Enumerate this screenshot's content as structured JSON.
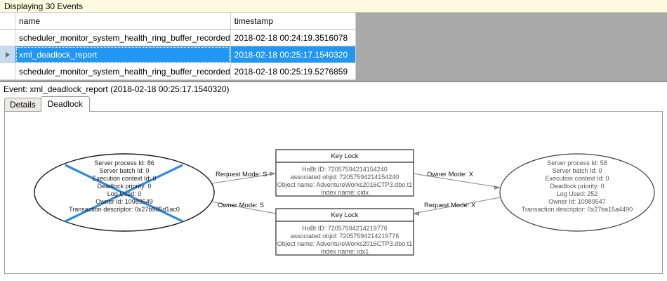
{
  "banner": {
    "text": "Displaying 30 Events"
  },
  "grid": {
    "columns": [
      {
        "key": "sel",
        "label": ""
      },
      {
        "key": "name",
        "label": "name"
      },
      {
        "key": "timestamp",
        "label": "timestamp"
      }
    ],
    "rows": [
      {
        "marker": "",
        "name": "scheduler_monitor_system_health_ring_buffer_recorded",
        "timestamp": "2018-02-18 00:24:19.3516078",
        "selected": false
      },
      {
        "marker": "▶",
        "name": "xml_deadlock_report",
        "timestamp": "2018-02-18 00:25:17.1540320",
        "selected": true
      },
      {
        "marker": "",
        "name": "scheduler_monitor_system_health_ring_buffer_recorded",
        "timestamp": "2018-02-18 00:25:19.5276859",
        "selected": false
      }
    ]
  },
  "event_header": {
    "text": "Event: xml_deadlock_report (2018-02-18 00:25:17.1540320)"
  },
  "tabs": [
    {
      "label": "Details",
      "active": false
    },
    {
      "label": "Deadlock",
      "active": true
    }
  ],
  "deadlock": {
    "victim_marker_color": "#2e8ae6",
    "processes": [
      {
        "id": "process-left",
        "victim": true,
        "lines": [
          "Server process Id: 86",
          "Server batch Id: 0",
          "Execution context Id: 0",
          "Deadlock priority: 0",
          "Log Used: 0",
          "Owner Id: 10989549",
          "Transaction descriptor: 0x27b985d1ac0"
        ]
      },
      {
        "id": "process-right",
        "victim": false,
        "lines": [
          "Server process Id: 58",
          "Server batch Id: 0",
          "Execution context Id: 0",
          "Deadlock priority: 0",
          "Log Used: 252",
          "Owner Id: 10989547",
          "Transaction descriptor: 0x27ba15a4490"
        ]
      }
    ],
    "resources": [
      {
        "id": "keylock-top",
        "title": "Key Lock",
        "lines": [
          "HoBt ID: 72057594214154240",
          "associated objid: 72057594214154240",
          "Object name: AdventureWorks2016CTP3.dbo.t1",
          "Index name: cidx"
        ]
      },
      {
        "id": "keylock-bottom",
        "title": "Key Lock",
        "lines": [
          "HoBt ID: 72057594214219776",
          "associated objid: 72057594214219776",
          "Object name: AdventureWorks2016CTP3.dbo.t1",
          "Index name: idx1"
        ]
      }
    ],
    "edges": [
      {
        "id": "edge-left-request",
        "label": "Request Mode: S"
      },
      {
        "id": "edge-right-owner",
        "label": "Owner Mode: X"
      },
      {
        "id": "edge-left-owner",
        "label": "Owner Mode: S"
      },
      {
        "id": "edge-right-request",
        "label": "Request Mode: X"
      }
    ]
  }
}
